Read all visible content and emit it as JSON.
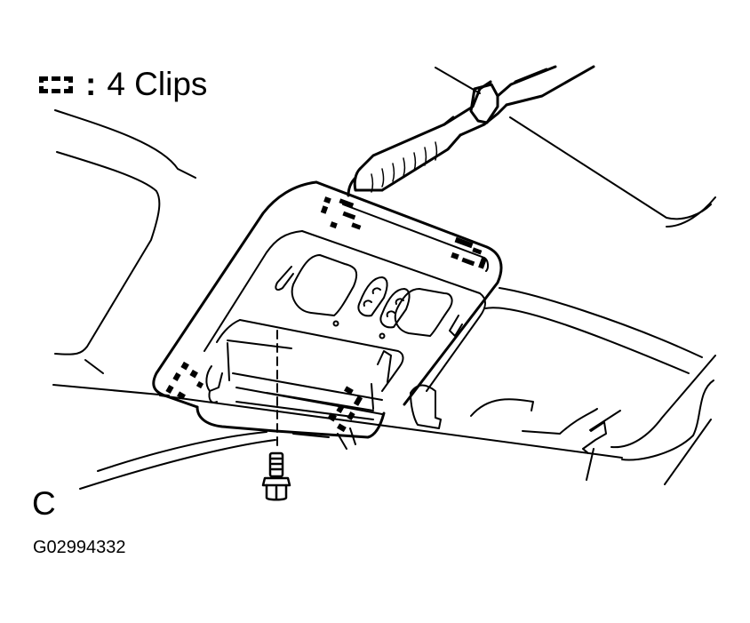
{
  "legend": {
    "icon": "dashed-clip-symbol-icon",
    "separator": ":",
    "label": "4 Clips"
  },
  "view_label": "C",
  "figure_id": "G02994332",
  "diagram": {
    "subject": "overhead-console-removal",
    "components": [
      "roof-headliner",
      "overhead-console",
      "screwdriver",
      "bolt",
      "clips"
    ],
    "clip_count": 4,
    "colors": {
      "line": "#000000",
      "background": "#ffffff"
    }
  }
}
